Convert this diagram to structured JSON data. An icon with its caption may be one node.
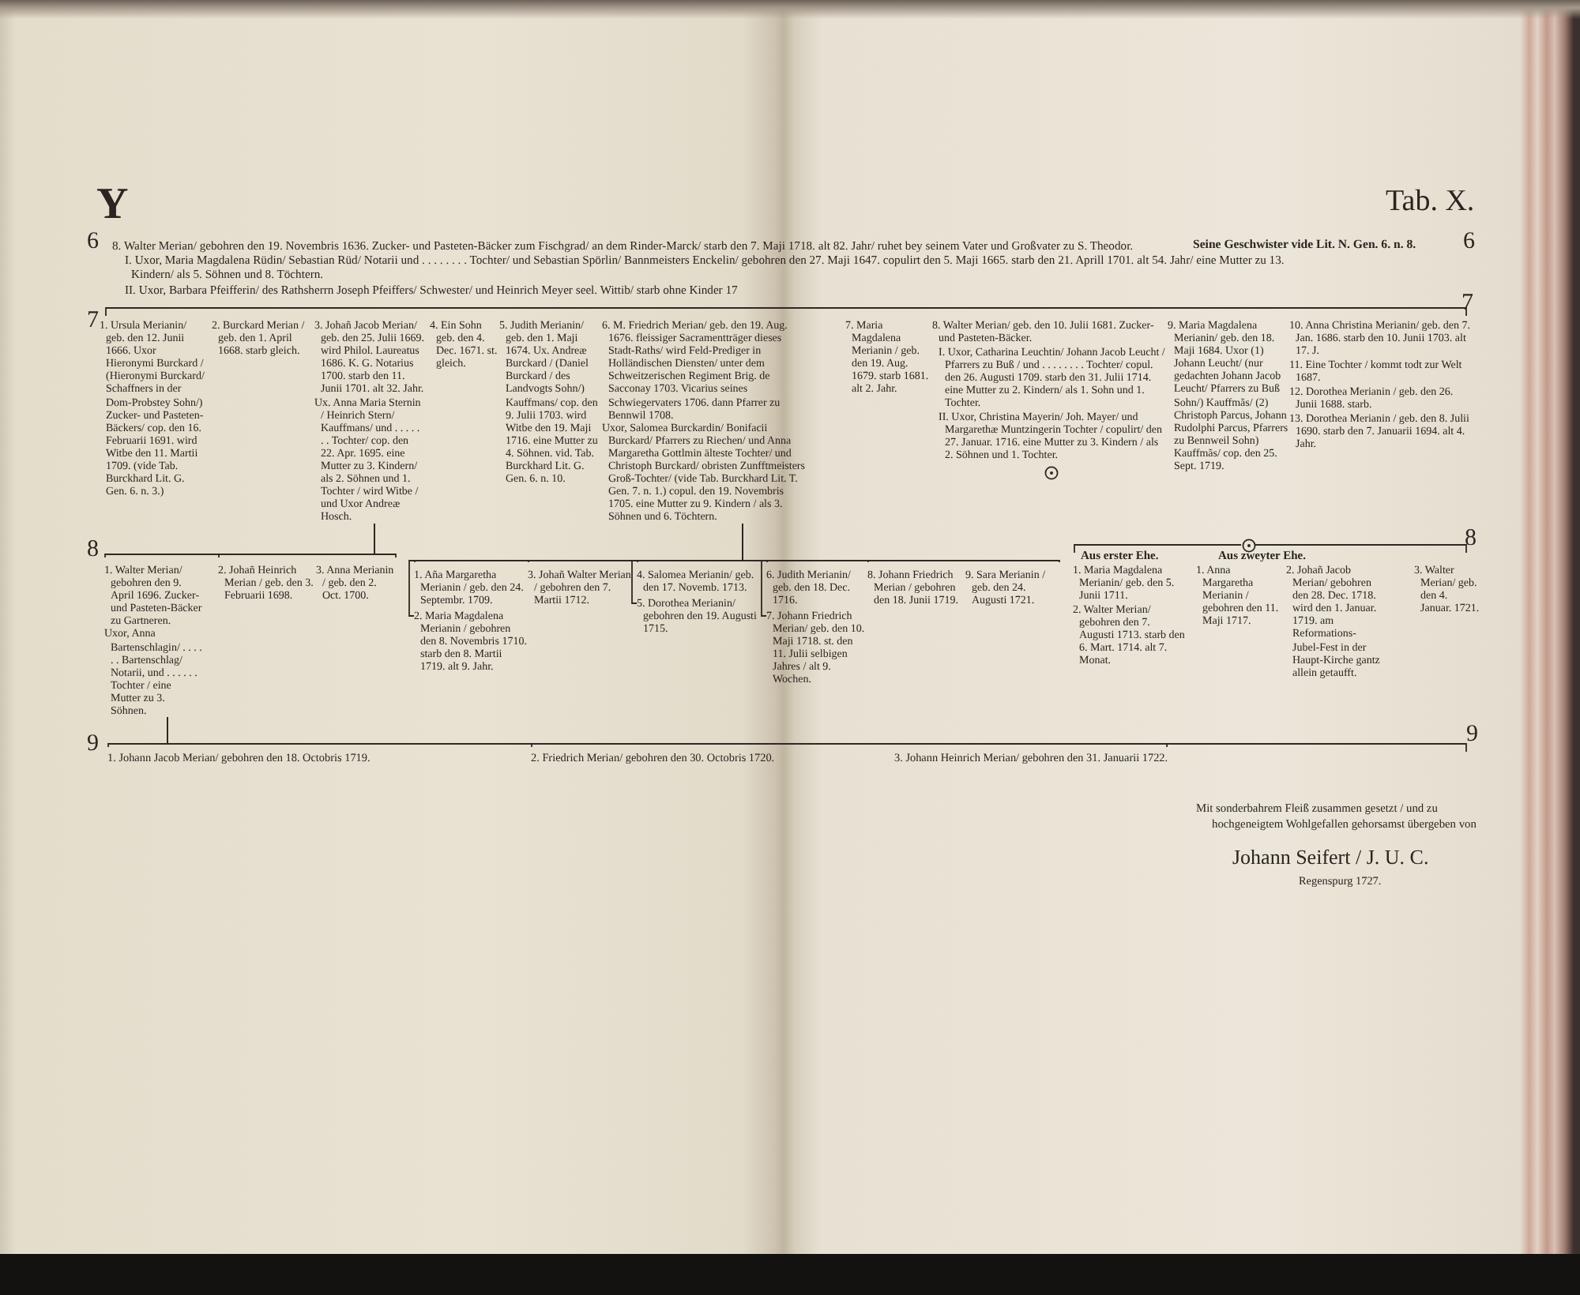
{
  "diagram": {
    "title": "Tab. X.",
    "nodes": [
      {
        "text": [
          "3. Johañ Jacob Merian/ geb. den 25. Julii 1669. wird Philol. Laureatus 1686. K. G. Notarius 1700. starb den 11. Junii 1701. alt 32. Jahr.",
          "Ux. Anna Maria Sternin / Heinrich Stern/ Kauffmans/ und . . . . . . . Tochter/ cop. den 22. Apr. 1695. eine Mutter zu 3. Kindern/ als 2. Söhnen und 1. Tochter / wird Witbe / und Uxor Andreæ Hosch."
        ]
      },
      {
        "text": [
          "6. M. Friedrich Merian/ geb. den 19. Aug. 1676. fleissiger Sacramentträger dieses Stadt-Raths/ wird Feld-Prediger in Holländischen Diensten/ unter dem Schweitzerischen Regiment Brig. de Sacconay 1703. Vicarius seines Schwiegervaters 1706. dann Pfarrer zu Bennwil 1708.",
          "Uxor, Salomea Burckardin/ Bonifacii Burckard/ Pfarrers zu Riechen/ und Anna Margaretha Gottlmin älteste Tochter/ und Christoph Burckard/ obristen Zunfftmeisters Groß-Tochter/ (vide Tab. Burckhard Lit. T. Gen. 7. n. 1.) copul. den 19. Novembris 1705. eine Mutter zu 9. Kindern / als 3. Söhnen und 6. Töchtern."
        ]
      },
      {
        "text": [
          "1. Walter Merian/ gebohren den 9. April 1696. Zucker- und Pasteten-Bäcker zu Gartneren.",
          "Uxor, Anna Bartenschlagin/ . . . . . . Bartenschlag/ Notarii, und . . . . . . Tochter / eine Mutter zu 3. Söhnen."
        ]
      },
      {
        "text": [
          "2. Johañ Heinrich Merian / geb. den 3. Februarii 1698."
        ]
      },
      {
        "text": [
          "3. Anna Merianin / geb. den 2. Oct. 1700."
        ]
      },
      {
        "text": [
          "1. Aña Margaretha Merianin / geb. den 24. Septembr. 1709."
        ]
      },
      {
        "text": [
          "2. Maria Magdalena Merianin / gebohren den 8. Novembris 1710. starb den 8. Martii 1719. alt 9. Jahr."
        ]
      },
      {
        "text": [
          "3. Johañ Walter Merian / gebohren den 7. Martii 1712."
        ]
      },
      {
        "text": [
          "4. Salomea Merianin/ geb. den 17. Novemb. 1713."
        ]
      },
      {
        "text": [
          "5. Dorothea Merianin/ gebohren den 19. Augusti 1715."
        ]
      },
      {
        "text": [
          "6. Judith Merianin/ geb. den 18. Dec. 1716."
        ]
      },
      {
        "text": [
          "7. Johann Friedrich Merian/ geb. den 10. Maji 1718. st. den 11. Julii selbigen Jahres / alt 9. Wochen."
        ]
      },
      {
        "text": [
          "8. Johann Friedrich Merian / gebohren den 18. Junii 1719."
        ]
      },
      {
        "text": [
          "9. Sara Merianin / geb. den 24. Augusti 1721."
        ]
      },
      {
        "text": [
          "1. Johann Jacob Merian/ gebohren den 18. Octobris 1719."
        ]
      },
      {
        "text": [
          "2. Friedrich Merian/ gebohren den 30. Octobris 1720."
        ]
      },
      {
        "text": [
          "3. Johann Heinrich Merian/ gebohren den 31. Januarii 1722."
        ]
      }
    ],
    "edges": [
      {
        "from": 0,
        "to": 2,
        "arrow": "none"
      },
      {
        "from": 0,
        "to": 3,
        "arrow": "none"
      },
      {
        "from": 0,
        "to": 4,
        "arrow": "none"
      },
      {
        "from": 1,
        "to": 5,
        "arrow": "none"
      },
      {
        "from": 1,
        "to": 6,
        "arrow": "none"
      },
      {
        "from": 1,
        "to": 7,
        "arrow": "none"
      },
      {
        "from": 1,
        "to": 8,
        "arrow": "none"
      },
      {
        "from": 1,
        "to": 9,
        "arrow": "none"
      },
      {
        "from": 1,
        "to": 10,
        "arrow": "none"
      },
      {
        "from": 1,
        "to": 11,
        "arrow": "none"
      },
      {
        "from": 1,
        "to": 12,
        "arrow": "none"
      },
      {
        "from": 1,
        "to": 13,
        "arrow": "none"
      },
      {
        "from": 2,
        "to": 14,
        "arrow": "none"
      },
      {
        "from": 2,
        "to": 15,
        "arrow": "none"
      },
      {
        "from": 2,
        "to": 16,
        "arrow": "none"
      }
    ],
    "labels": [
      "Y",
      "6",
      "8. Walter Merian/ gebohren den 19. Novembris 1636. Zucker- und Pasteten-Bäcker zum Fischgrad/ an dem Rinder-Marck/ starb den 7. Maji 1718. alt 82. Jahr/ ruhet bey seinem Vater und Großvater zu S. Theodor.",
      "Seine Geschwister vide Lit. N. Gen. 6. n. 8.",
      "6",
      "I. Uxor, Maria Magdalena Rüdin/ Sebastian Rüd/ Notarii und . . . . . . . . Tochter/ und Sebastian Spörlin/ Bannmeisters Enckelin/ gebohren den 27. Maji 1647. copulirt den 5. Maji 1665. starb den 21. Aprill 1701. alt 54. Jahr/ eine Mutter zu 13. Kindern/ als 5. Söhnen und 8. Töchtern.",
      "II. Uxor, Barbara Pfeifferin/ des Rathsherrn Joseph Pfeiffers/ Schwester/ und Heinrich Meyer seel. Wittib/ starb ohne Kinder 17",
      "7",
      "7",
      "1. Ursula Merianin/ geb. den 12. Junii 1666. Uxor Hieronymi Burckard / (Hieronymi Burckard/ Schaffners in der Dom-Probstey Sohn/) Zucker- und Pasteten-Bäckers/ cop. den 16. Februarii 1691. wird Witbe den 11. Martii 1709. (vide Tab. Burckhard Lit. G. Gen. 6. n. 3.)",
      "2. Burckard Merian / geb. den 1. April 1668. starb gleich.",
      "4. Ein Sohn geb. den 4. Dec. 1671. st. gleich.",
      "5. Judith Merianin/ geb. den 1. Maji 1674. Ux. Andreæ Burckard / (Daniel Burckard / des Landvogts Sohn/) Kauffmans/ cop. den 9. Julii 1703. wird Witbe den 19. Maji 1716. eine Mutter zu 4. Söhnen. vid. Tab. Burckhard Lit. G. Gen. 6. n. 10.",
      "7. Maria Magdalena Merianin / geb. den 19. Aug. 1679. starb 1681. alt 2. Jahr.",
      "8. Walter Merian/ geb. den 10. Julii 1681. Zucker- und Pasteten-Bäcker.",
      "I. Uxor, Catharina Leuchtin/ Johann Jacob Leucht / Pfarrers zu Buß / und . . . . . . . . Tochter/ copul. den 26. Augusti 1709. starb den 31. Julii 1714. eine Mutter zu 2. Kindern/ als 1. Sohn und 1. Tochter.",
      "II. Uxor, Christina Mayerin/ Joh. Mayer/ und Margarethæ Muntzingerin Tochter / copulirt/ den 27. Januar. 1716. eine Mutter zu 3. Kindern / als 2. Söhnen und 1. Tochter.",
      "9. Maria Magdalena Merianin/ geb. den 18. Maji 1684. Uxor (1) Johann Leucht/ (nur gedachten Johann Jacob Leucht/ Pfarrers zu Buß Sohn/) Kauffmãs/ (2) Christoph Parcus, Johann Rudolphi Parcus, Pfarrers zu Bennweil Sohn) Kauffmãs/ cop. den 25. Sept. 1719.",
      "10. Anna Christina Merianin/ geb. den 7. Jan. 1686. starb den 10. Junii 1703. alt 17. J.",
      "11. Eine Tochter / kommt todt zur Welt 1687.",
      "12. Dorothea Merianin / geb. den 26. Junii 1688. starb.",
      "13. Dorothea Merianin / geb. den 8. Julii 1690. starb den 7. Januarii 1694. alt 4. Jahr.",
      "8",
      "8",
      "Aus erster Ehe.",
      "1. Maria Magdalena Merianin/ geb. den 5. Junii 1711.",
      "2. Walter Merian/ gebohren den 7. Augusti 1713. starb den 6. Mart. 1714. alt 7. Monat.",
      "Aus zweyter Ehe.",
      "1. Anna Margaretha Merianin / gebohren den 11. Maji 1717.",
      "2. Johañ Jacob Merian/ gebohren den 28. Dec. 1718. wird den 1. Januar. 1719. am Reformations-Jubel-Fest in der Haupt-Kirche gantz allein getaufft.",
      "3. Walter Merian/ geb. den 4. Januar. 1721.",
      "9",
      "9",
      "Mit sonderbahrem Fleiß zusammen gesetzt / und zu hochgeneigtem Wohlgefallen gehorsamst übergeben von",
      "Johann Seifert / J. U. C.",
      "Regenspurg 1727."
    ]
  }
}
